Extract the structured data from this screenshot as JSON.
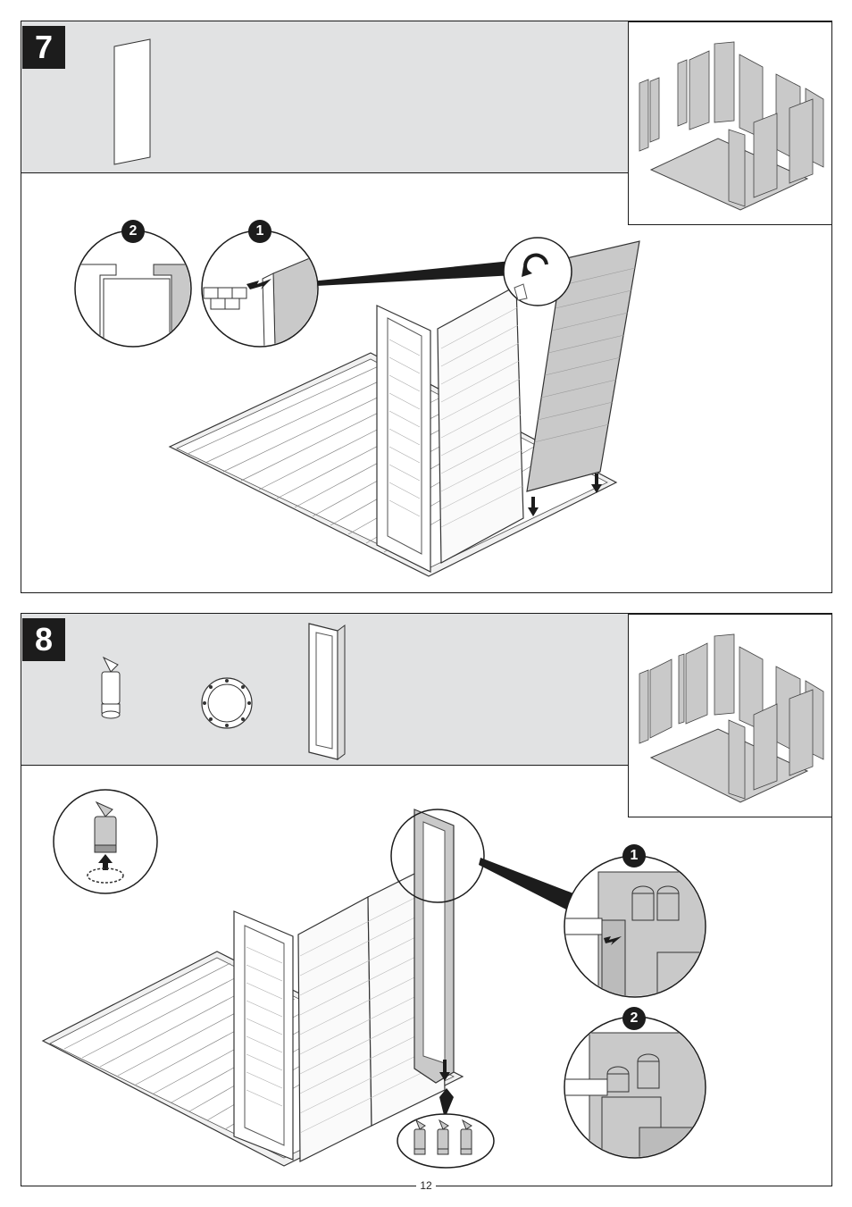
{
  "steps": [
    {
      "number": "7",
      "callouts": [
        "2",
        "1"
      ]
    },
    {
      "number": "8",
      "callouts": [
        "1",
        "2"
      ]
    }
  ],
  "page": {
    "number": "12"
  },
  "colors": {
    "band": "#e1e2e3",
    "ink": "#1c1c1c",
    "panel": "#c9c9c9"
  },
  "icons": [
    "rotate-arrow-icon",
    "down-arrow-icon",
    "push-arrow-icon",
    "up-arrow-icon"
  ]
}
